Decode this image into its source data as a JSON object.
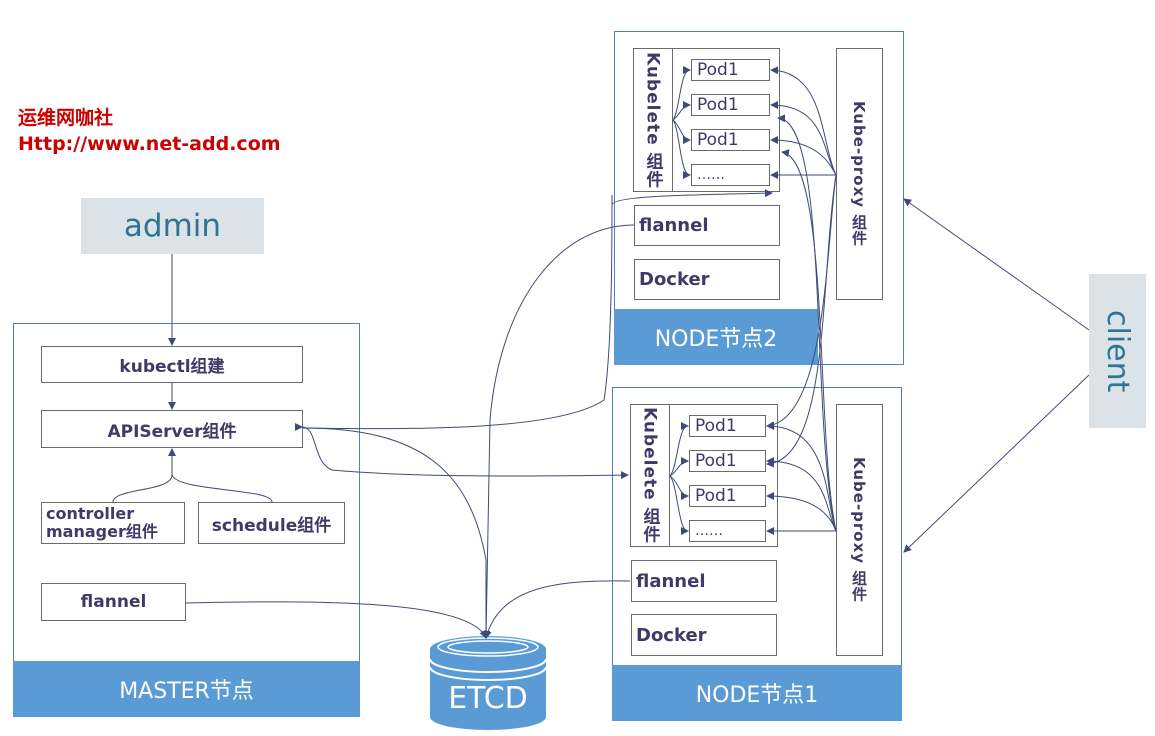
{
  "watermark": {
    "line1": "运维网咖社",
    "line2": "Http://www.net-add.com"
  },
  "admin": {
    "label": "admin"
  },
  "client": {
    "label": "client"
  },
  "master": {
    "banner": "MASTER节点",
    "kubectl": "kubectl组建",
    "apiserver": "APIServer组件",
    "controller": "controller manager组件",
    "schedule": "schedule组件",
    "flannel": "flannel"
  },
  "etcd": {
    "label": "ETCD"
  },
  "node1": {
    "banner": "NODE节点1",
    "kubelet": "Kubelete 组件",
    "pods": [
      "Pod1",
      "Pod1",
      "Pod1",
      "……"
    ],
    "flannel": "flannel",
    "docker": "Docker",
    "kubeproxy": "Kube-proxy 组件"
  },
  "node2": {
    "banner": "NODE节点2",
    "kubelet": "Kubelete 组件",
    "pods": [
      "Pod1",
      "Pod1",
      "Pod1",
      "……"
    ],
    "flannel": "flannel",
    "docker": "Docker",
    "kubeproxy": "Kube-proxy 组件"
  },
  "colors": {
    "frame": "#4f7fc0",
    "banner": "#5a9bd5",
    "connector": "#3f4a7a",
    "watermark": "#cc0000"
  }
}
